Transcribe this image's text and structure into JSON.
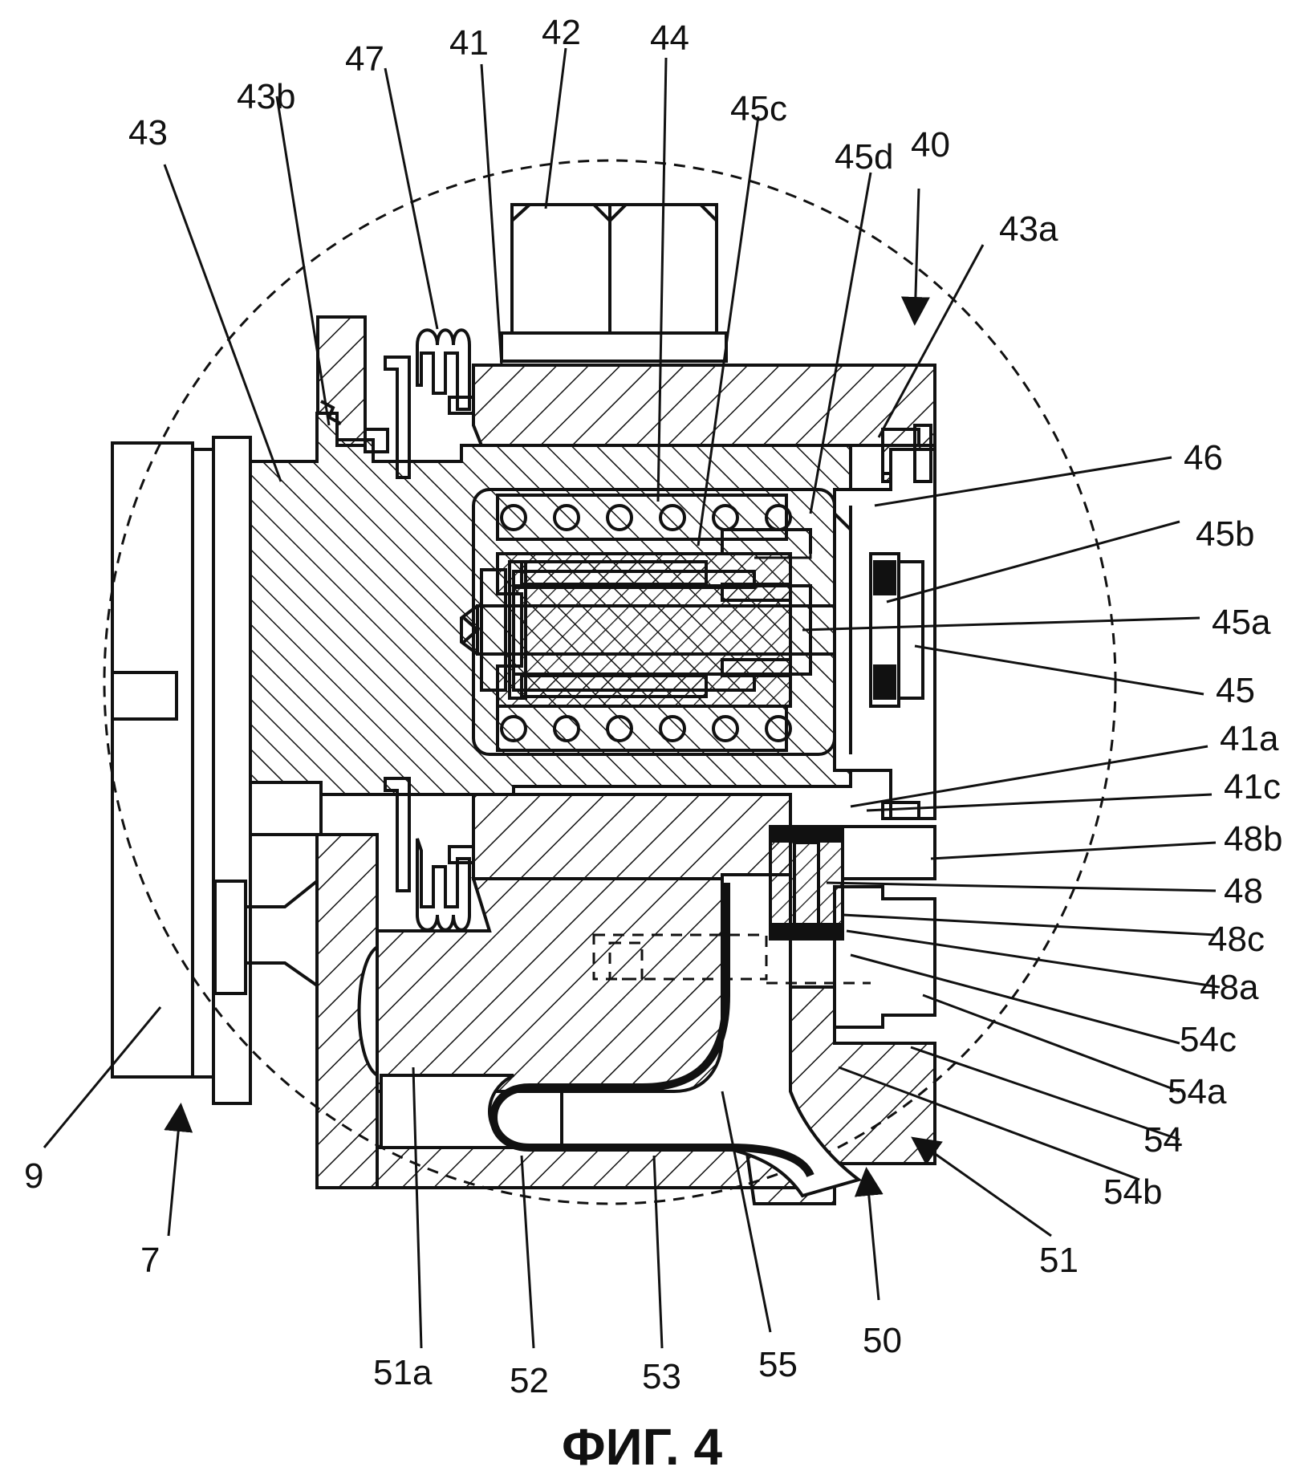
{
  "labels": {
    "l42": "42",
    "l44": "44",
    "l41": "41",
    "l47": "47",
    "l43b": "43b",
    "l43": "43",
    "l45c": "45c",
    "l45d": "45d",
    "l40": "40",
    "l43a": "43a",
    "l46": "46",
    "l45b": "45b",
    "l45a": "45a",
    "l45": "45",
    "l41a": "41a",
    "l41c": "41c",
    "l48b": "48b",
    "l48": "48",
    "l48c": "48c",
    "l48a": "48a",
    "l54c": "54c",
    "l54a": "54a",
    "l54": "54",
    "l54b": "54b",
    "l51": "51",
    "l9": "9",
    "l7": "7",
    "l51a": "51a",
    "l52": "52",
    "l53": "53",
    "l55": "55",
    "l50": "50"
  },
  "caption": "ФИГ. 4"
}
